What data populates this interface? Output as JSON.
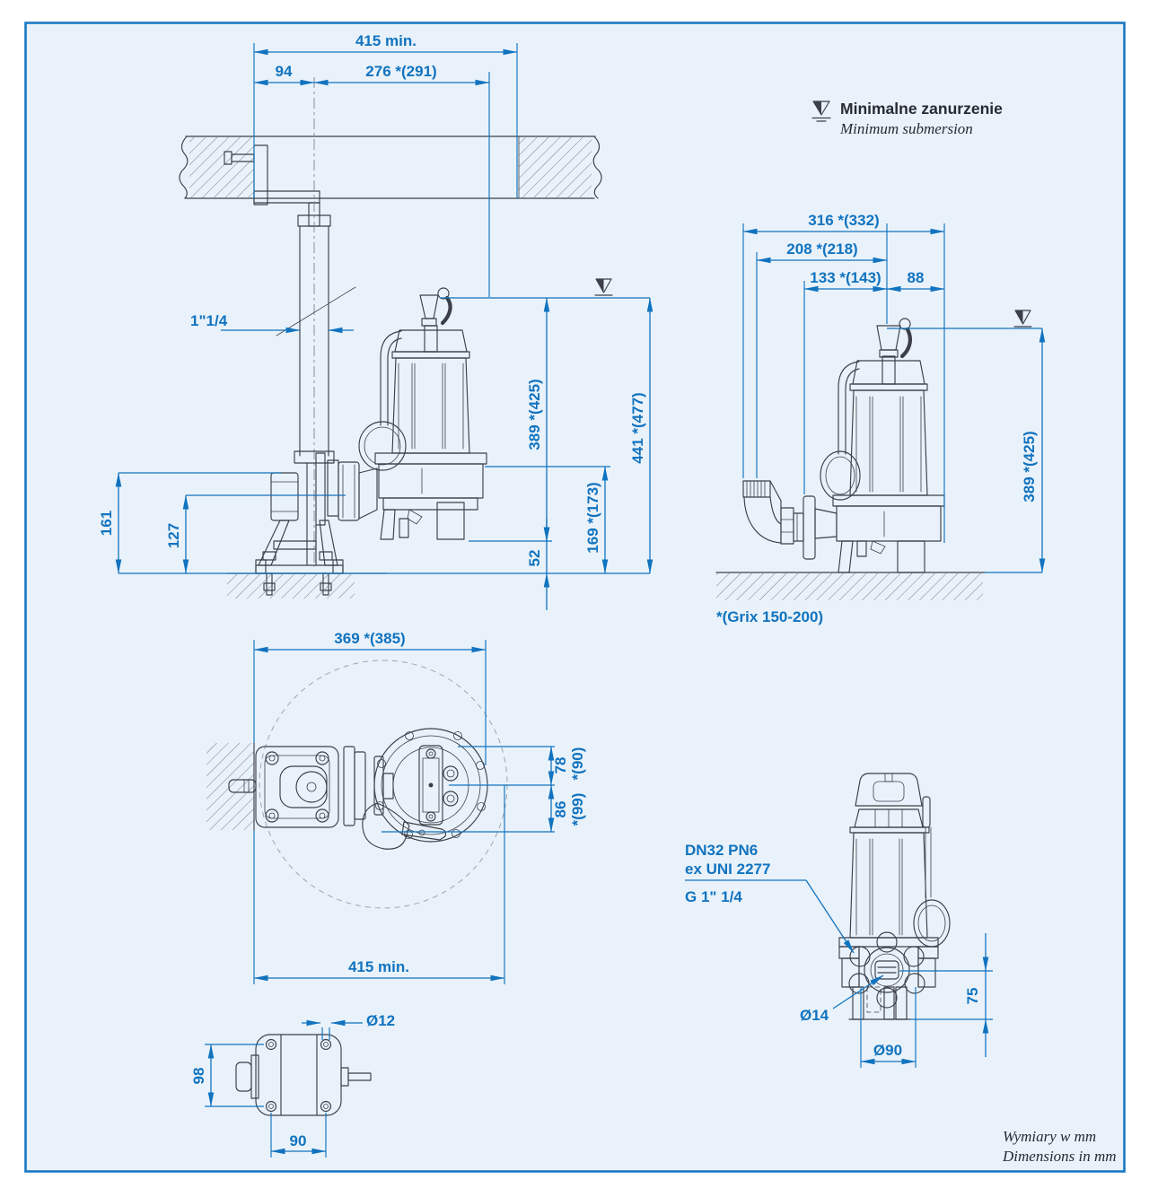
{
  "colors": {
    "accent_blue": "#1173bf",
    "line_dark": "#3c3f49",
    "canvas_background": "#e9f2fa",
    "border": "#1a78c2"
  },
  "legend": {
    "title": "Minimalne zanurzenie",
    "subtitle": "Minimum submersion"
  },
  "footer": {
    "line1": "Wymiary w mm",
    "line2": "Dimensions in mm"
  },
  "installation_view": {
    "dim_width_min": "415 min.",
    "dim_bracket_offset": "94",
    "dim_center_to_pump": "276 *(291)",
    "dim_guide_pipe": "1\"1/4",
    "dim_stand_height": "161",
    "dim_outlet_center_height": "127",
    "dim_submersion": "389 *(425)",
    "dim_water_to_floor": "441 *(477)",
    "dim_discharge_height": "169 *(173)",
    "dim_bottom_clearance": "52"
  },
  "freestanding_view": {
    "dim_total_width": "316 *(332)",
    "dim_hose_to_center": "208 *(218)",
    "dim_flange_to_center": "133 *(143)",
    "dim_center_to_edge": "88",
    "dim_submersion": "389 *(425)",
    "note": "*(Grix 150-200)"
  },
  "top_view": {
    "dim_width": "369 *(385)",
    "dim_upper": "78",
    "dim_upper_alt": "*(90)",
    "dim_lower": "86",
    "dim_lower_alt": "*(99)",
    "dim_width_min": "415 min."
  },
  "bracket_detail": {
    "dim_hole": "Ø12",
    "dim_hole_spacing_v": "98",
    "dim_hole_spacing_h": "90"
  },
  "front_view": {
    "label_flange_line1": "DN32 PN6",
    "label_flange_line2": "ex UNI 2277",
    "label_thread": "G 1\" 1/4",
    "dim_hole": "Ø14",
    "dim_bolt_circle": "Ø90",
    "dim_port_height": "75"
  }
}
